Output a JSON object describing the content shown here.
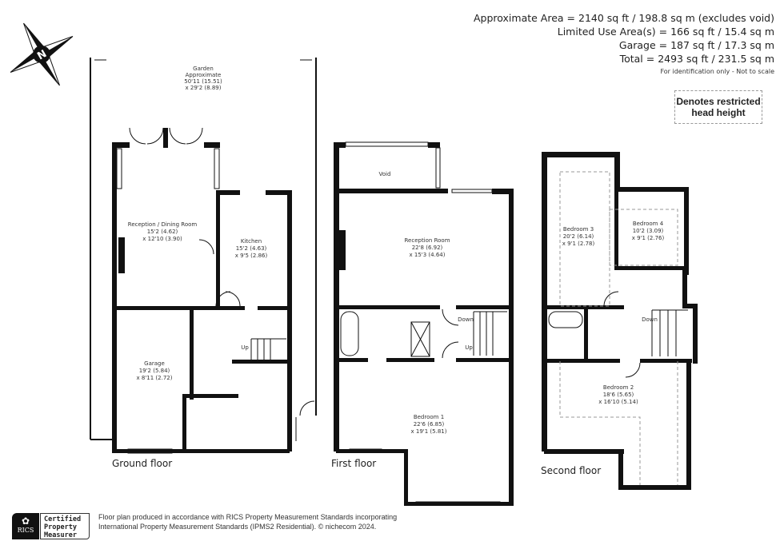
{
  "areas": {
    "approximate": "Approximate Area = 2140 sq ft / 198.8 sq m (excludes void)",
    "limited_use": "Limited Use Area(s) = 166 sq ft / 15.4 sq m",
    "garage": "Garage = 187 sq ft / 17.3 sq m",
    "total": "Total = 2493 sq ft / 231.5 sq m",
    "note": "For identification only - Not to scale"
  },
  "legend": {
    "line1": "Denotes restricted",
    "line2": "head height"
  },
  "compass": {
    "label": "N",
    "icon": "compass-icon"
  },
  "floors": {
    "ground": {
      "label": "Ground floor",
      "rooms": [
        {
          "name": "Garden",
          "lines": [
            "Approximate",
            "50'11 (15.51)",
            "x 29'2 (8.89)"
          ]
        },
        {
          "name": "Reception / Dining Room",
          "lines": [
            "15'2 (4.62)",
            "x 12'10 (3.90)"
          ]
        },
        {
          "name": "Kitchen",
          "lines": [
            "15'2 (4.63)",
            "x 9'5 (2.86)"
          ]
        },
        {
          "name": "Garage",
          "lines": [
            "19'2 (5.84)",
            "x 8'11 (2.72)"
          ]
        }
      ],
      "stairs": "Up"
    },
    "first": {
      "label": "First floor",
      "rooms": [
        {
          "name": "Void",
          "lines": []
        },
        {
          "name": "Reception Room",
          "lines": [
            "22'8 (6.92)",
            "x 15'3 (4.64)"
          ]
        },
        {
          "name": "Bedroom 1",
          "lines": [
            "22'6 (6.85)",
            "x 19'1 (5.81)"
          ]
        }
      ],
      "stairs_down": "Down",
      "stairs_up": "Up"
    },
    "second": {
      "label": "Second floor",
      "rooms": [
        {
          "name": "Bedroom 3",
          "lines": [
            "20'2 (6.14)",
            "x 9'1 (2.78)"
          ]
        },
        {
          "name": "Bedroom 4",
          "lines": [
            "10'2 (3.09)",
            "x 9'1 (2.76)"
          ]
        },
        {
          "name": "Bedroom 2",
          "lines": [
            "18'6 (5.65)",
            "x 16'10 (5.14)"
          ]
        }
      ],
      "stairs_down": "Down"
    }
  },
  "footer": {
    "line1": "Floor plan produced in accordance with RICS Property Measurement Standards incorporating",
    "line2": "International Property Measurement Standards (IPMS2 Residential).   © nichecom 2024."
  },
  "badge": {
    "rics": "RICS",
    "certified": [
      "Certified",
      "Property",
      "Measurer"
    ]
  }
}
